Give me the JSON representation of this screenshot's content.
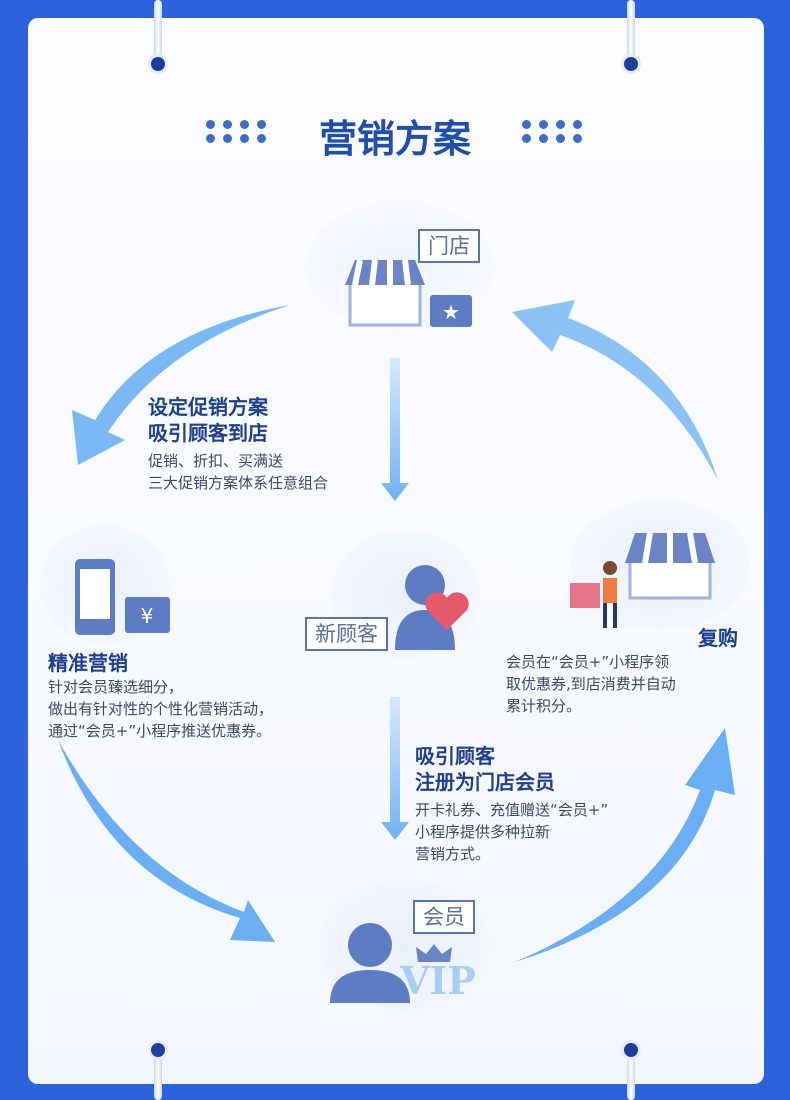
{
  "title": "营销方案",
  "nodes": {
    "store": {
      "tag": "门店"
    },
    "new_customer": {
      "tag": "新顾客"
    },
    "member": {
      "tag": "会员",
      "badge": "VIP"
    }
  },
  "steps": {
    "promotion": {
      "heading": [
        "设定促销方案",
        "吸引顾客到店"
      ],
      "text": [
        "促销、折扣、买满送",
        "三大促销方案体系任意组合"
      ]
    },
    "precision": {
      "heading": "精准营销",
      "text": [
        "针对会员臻选细分，",
        "做出有针对性的个性化营销活动，",
        "通过“会员+”小程序推送优惠券。"
      ]
    },
    "register": {
      "heading": [
        "吸引顾客",
        "注册为门店会员"
      ],
      "text": [
        "开卡礼券、充值赠送“会员+”",
        "小程序提供多种拉新",
        "营销方式。"
      ]
    },
    "repurchase": {
      "heading": "复购",
      "text": [
        "会员在“会员+”小程序领",
        "取优惠券,到店消费并自动",
        "累计积分。"
      ]
    }
  },
  "colors": {
    "background": "#2c62dc",
    "title": "#1e4fae",
    "arrow": "#6fb2f5",
    "icon": "#5e7cc4"
  }
}
